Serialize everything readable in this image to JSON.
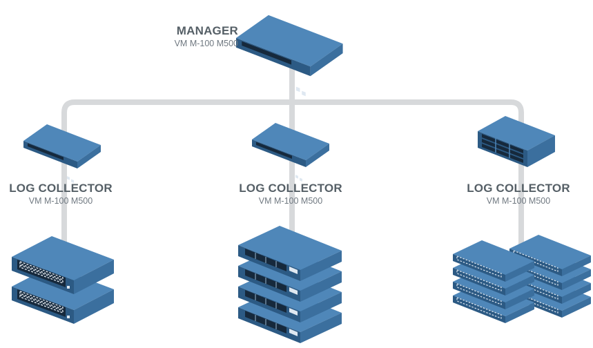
{
  "colors": {
    "link": "#d7d9db",
    "device_top": "#4f87b9",
    "device_side": "#3b6f9e",
    "device_front": "#2c5a84",
    "port": "#16293c",
    "label_title": "#555f66",
    "label_sub": "#6f7880"
  },
  "manager": {
    "title": "MANAGER",
    "models": "VM M-100  M500",
    "icon": "appliance-icon"
  },
  "collectors": [
    {
      "title": "LOG COLLECTOR",
      "models": "VM M-100  M500",
      "icon": "appliance-icon",
      "group_icon": "firewall-stack-icon"
    },
    {
      "title": "LOG COLLECTOR",
      "models": "VM M-100  M500",
      "icon": "appliance-icon",
      "group_icon": "firewall-stack-icon"
    },
    {
      "title": "LOG COLLECTOR",
      "models": "VM M-100  M500",
      "icon": "server-chassis-icon",
      "group_icon": "firewall-stack-icon"
    }
  ]
}
